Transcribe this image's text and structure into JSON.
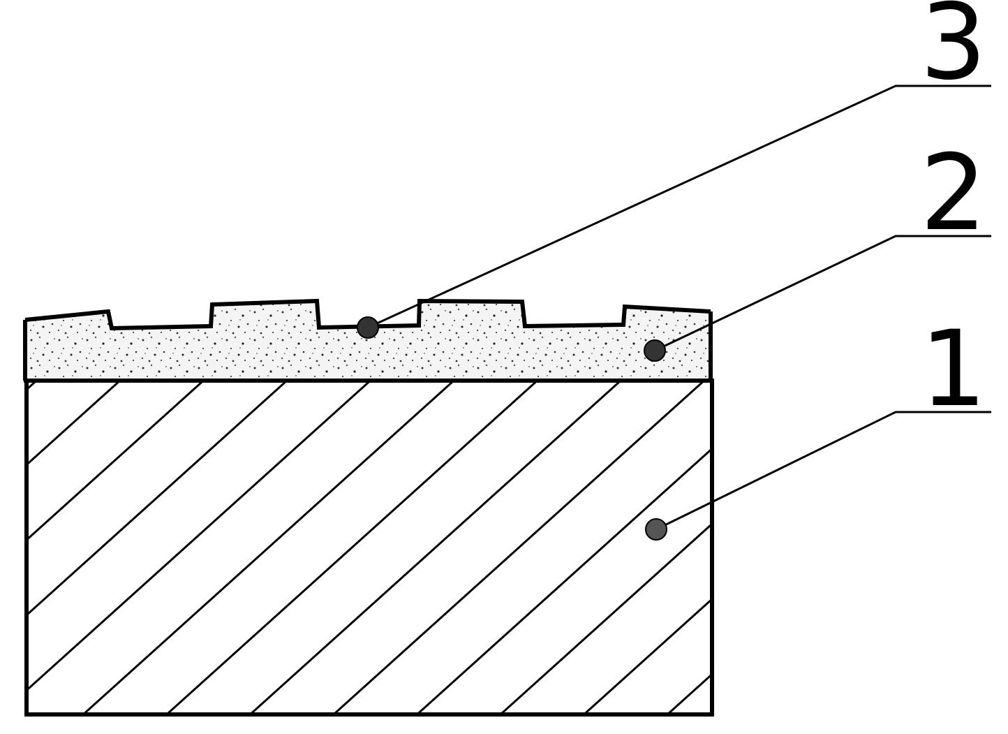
{
  "labels": [
    {
      "id": "1",
      "text": "1"
    },
    {
      "id": "2",
      "text": "2"
    },
    {
      "id": "3",
      "text": "3"
    }
  ],
  "colors": {
    "ink": "#000000",
    "background": "#ffffff",
    "coating_fill": "#f4f4f4"
  }
}
